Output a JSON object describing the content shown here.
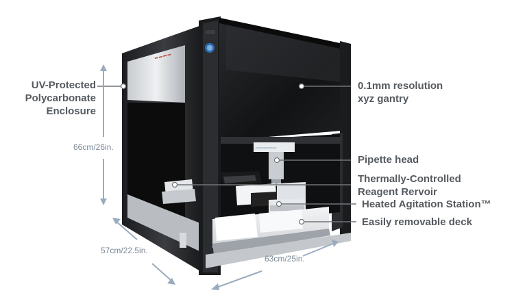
{
  "callouts": {
    "enclosure": [
      "UV-Protected",
      "Polycarbonate",
      "Enclosure"
    ],
    "gantry": [
      "0.1mm resolution",
      "xyz gantry"
    ],
    "pipette": "Pipette head",
    "reservoir": [
      "Thermally-Controlled",
      "Reagent Rervoir"
    ],
    "agitation": "Heated Agitation Station™",
    "deck": "Easily removable deck"
  },
  "dimensions": {
    "height": "66cm/26in.",
    "depth": "57cm/22.5in.",
    "width": "63cm/25in."
  },
  "colors": {
    "label": "#555a5f",
    "dimension": "#7a8796",
    "arrow": "#9aabbf",
    "leader": "#6f7479"
  }
}
